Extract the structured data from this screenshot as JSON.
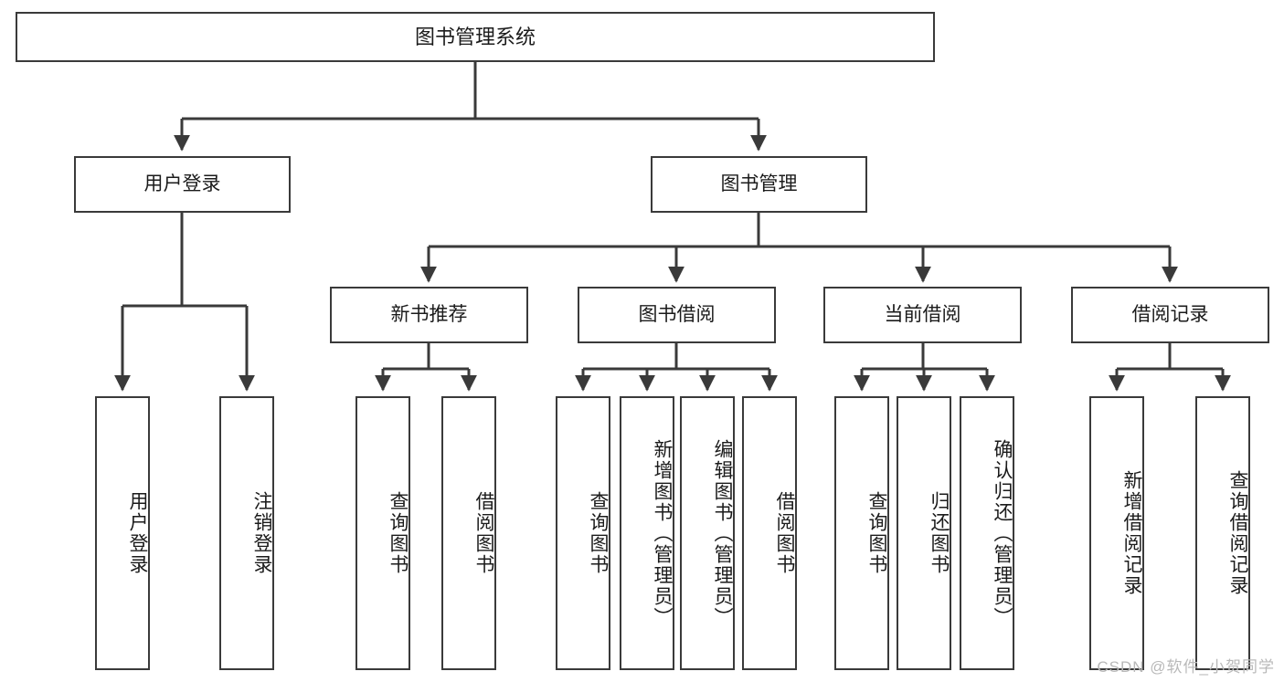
{
  "diagram": {
    "title": "图书管理系统",
    "type": "tree",
    "watermark": "CSDN @软件_小贺同学",
    "colors": {
      "box_border": "#3a3a3a",
      "box_fill": "#ffffff",
      "connector": "#3a3a3a",
      "text": "#1b1b1b",
      "watermark": "#b9b9b9"
    },
    "root": {
      "id": "root",
      "label": "图书管理系统"
    },
    "level2": [
      {
        "id": "l2-0",
        "label": "用户登录"
      },
      {
        "id": "l2-1",
        "label": "图书管理"
      }
    ],
    "level3": [
      {
        "id": "l3-0",
        "label": "新书推荐"
      },
      {
        "id": "l3-1",
        "label": "图书借阅"
      },
      {
        "id": "l3-2",
        "label": "当前借阅"
      },
      {
        "id": "l3-3",
        "label": "借阅记录"
      }
    ],
    "leaves": [
      {
        "id": "leaf-0",
        "label": "用户登录",
        "parent": "用户登录"
      },
      {
        "id": "leaf-1",
        "label": "注销登录",
        "parent": "用户登录"
      },
      {
        "id": "leaf-2",
        "label": "查询图书",
        "parent": "新书推荐"
      },
      {
        "id": "leaf-3",
        "label": "借阅图书",
        "parent": "新书推荐"
      },
      {
        "id": "leaf-4",
        "label": "查询图书",
        "parent": "图书借阅"
      },
      {
        "id": "leaf-5",
        "label": "新增图书（管理员）",
        "parent": "图书借阅"
      },
      {
        "id": "leaf-6",
        "label": "编辑图书（管理员）",
        "parent": "图书借阅"
      },
      {
        "id": "leaf-7",
        "label": "借阅图书",
        "parent": "图书借阅"
      },
      {
        "id": "leaf-8",
        "label": "查询图书",
        "parent": "当前借阅"
      },
      {
        "id": "leaf-9",
        "label": "归还图书",
        "parent": "当前借阅"
      },
      {
        "id": "leaf-10",
        "label": "确认归还（管理员）",
        "parent": "当前借阅"
      },
      {
        "id": "leaf-11",
        "label": "新增借阅记录",
        "parent": "借阅记录"
      },
      {
        "id": "leaf-12",
        "label": "查询借阅记录",
        "parent": "借阅记录"
      }
    ]
  }
}
